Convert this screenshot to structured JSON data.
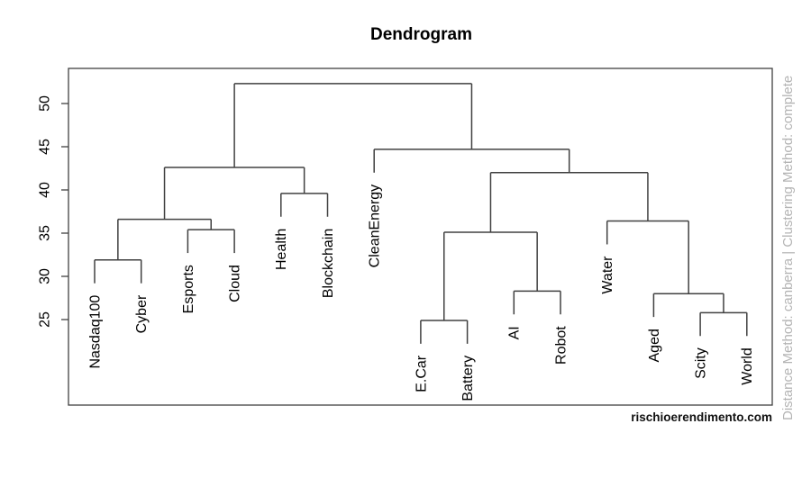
{
  "chart_data": {
    "type": "dendrogram",
    "title": "Dendrogram",
    "orientation": "vertical",
    "axis": {
      "ticks": [
        25,
        30,
        35,
        40,
        45,
        50
      ],
      "tick_label_rotation": -90,
      "grid": false,
      "frame_box": true
    },
    "leaves": [
      "Nasdaq100",
      "Cyber",
      "Esports",
      "Cloud",
      "Health",
      "Blockchain",
      "CleanEnergy",
      "E.Car",
      "Battery",
      "AI",
      "Robot",
      "Water",
      "Aged",
      "Scity",
      "World"
    ],
    "leaf_hang": 2.7,
    "tree": {
      "h": 52.3,
      "children": [
        {
          "h": 42.6,
          "children": [
            {
              "h": 36.6,
              "children": [
                {
                  "h": 31.9,
                  "children": [
                    {
                      "leaf": "Nasdaq100"
                    },
                    {
                      "leaf": "Cyber"
                    }
                  ]
                },
                {
                  "h": 35.4,
                  "children": [
                    {
                      "leaf": "Esports"
                    },
                    {
                      "leaf": "Cloud"
                    }
                  ]
                }
              ]
            },
            {
              "h": 39.6,
              "children": [
                {
                  "leaf": "Health"
                },
                {
                  "leaf": "Blockchain"
                }
              ]
            }
          ]
        },
        {
          "h": 44.7,
          "children": [
            {
              "leaf": "CleanEnergy"
            },
            {
              "h": 42.0,
              "children": [
                {
                  "h": 35.1,
                  "children": [
                    {
                      "h": 24.9,
                      "children": [
                        {
                          "leaf": "E.Car"
                        },
                        {
                          "leaf": "Battery"
                        }
                      ]
                    },
                    {
                      "h": 28.3,
                      "children": [
                        {
                          "leaf": "AI"
                        },
                        {
                          "leaf": "Robot"
                        }
                      ]
                    }
                  ]
                },
                {
                  "h": 36.4,
                  "children": [
                    {
                      "leaf": "Water"
                    },
                    {
                      "h": 28.0,
                      "children": [
                        {
                          "leaf": "Aged"
                        },
                        {
                          "h": 25.8,
                          "children": [
                            {
                              "leaf": "Scity"
                            },
                            {
                              "leaf": "World"
                            }
                          ]
                        }
                      ]
                    }
                  ]
                }
              ]
            }
          ]
        }
      ]
    }
  },
  "side_note": {
    "text": "Distance Method: canberra  |  Clustering Method: complete",
    "distance_method": "canberra",
    "clustering_method": "complete"
  },
  "footer": {
    "watermark": "rischioerendimento.com"
  },
  "colors": {
    "line": "#404040",
    "text": "#000000",
    "muted": "#b4b4b4"
  }
}
